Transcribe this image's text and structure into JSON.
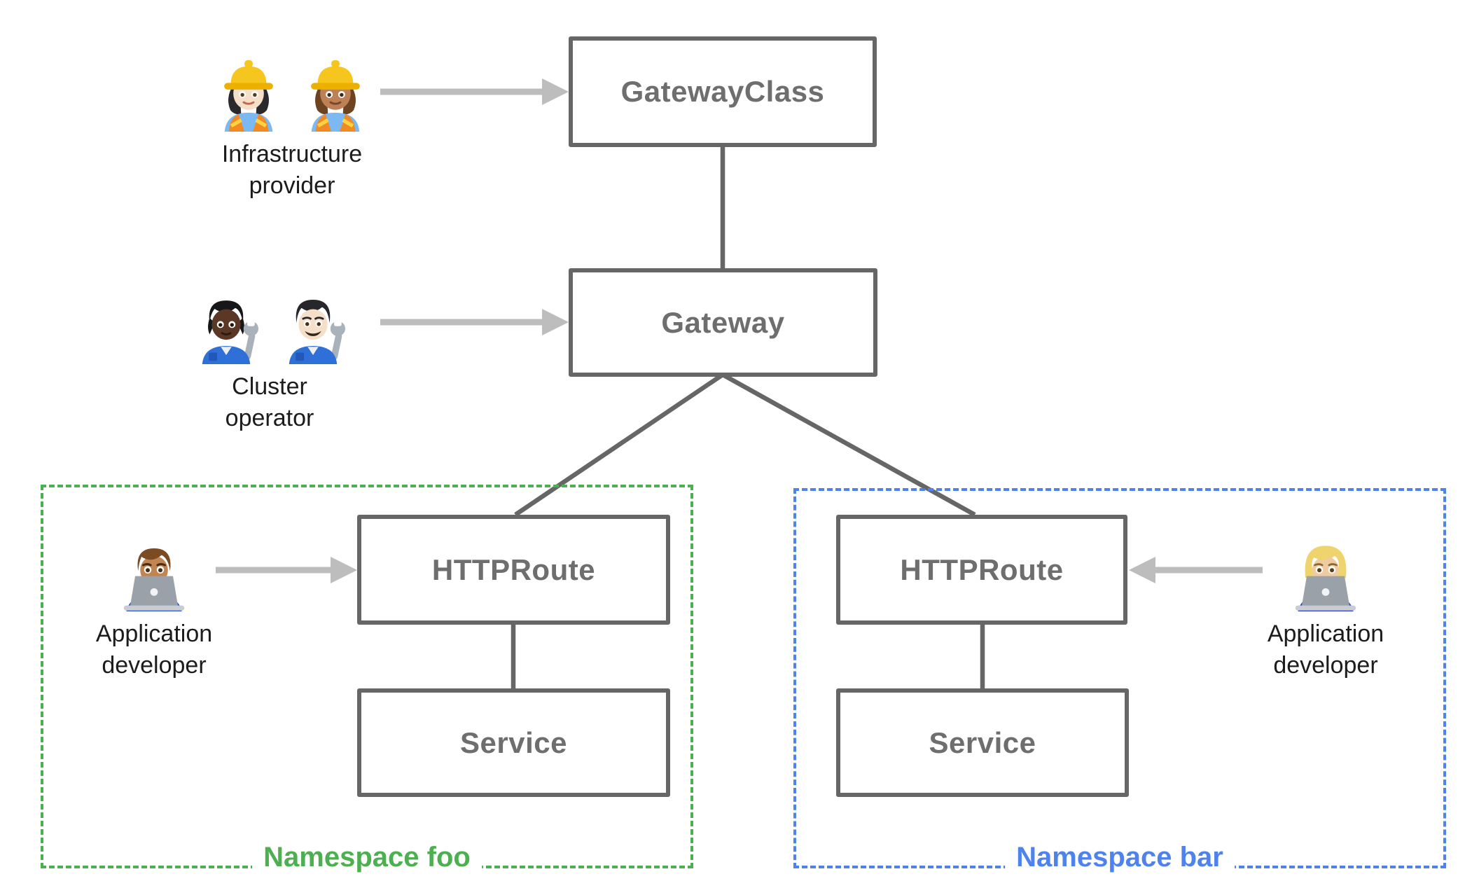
{
  "colors": {
    "bg": "#ffffff",
    "box_border": "#666666",
    "box_text": "#6e6e6e",
    "persona_text": "#1c1c1c",
    "arrow": "#bdbdbd",
    "wire": "#666666",
    "ns_foo": "#4caf50",
    "ns_bar": "#4e82ec"
  },
  "nodes": {
    "gateway_class": {
      "label": "GatewayClass"
    },
    "gateway": {
      "label": "Gateway"
    },
    "httproute_foo": {
      "label": "HTTPRoute"
    },
    "service_foo": {
      "label": "Service"
    },
    "httproute_bar": {
      "label": "HTTPRoute"
    },
    "service_bar": {
      "label": "Service"
    }
  },
  "personas": {
    "infrastructure_provider": {
      "lines": [
        "Infrastructure",
        "provider"
      ],
      "icons": [
        "woman-construction-worker-light-icon",
        "woman-construction-worker-medium-icon"
      ]
    },
    "cluster_operator": {
      "lines": [
        "Cluster",
        "operator"
      ],
      "icons": [
        "person-mechanic-dark-icon",
        "man-mechanic-light-icon"
      ]
    },
    "app_developer_foo": {
      "lines": [
        "Application",
        "developer"
      ],
      "icons": [
        "man-technologist-icon"
      ]
    },
    "app_developer_bar": {
      "lines": [
        "Application",
        "developer"
      ],
      "icons": [
        "woman-technologist-icon"
      ]
    }
  },
  "namespaces": {
    "foo": {
      "label": "Namespace foo"
    },
    "bar": {
      "label": "Namespace bar"
    }
  },
  "edges": [
    "gatewayclass-to-gateway",
    "gateway-to-httproute-foo",
    "gateway-to-httproute-bar",
    "httproute-foo-to-service-foo",
    "httproute-bar-to-service-bar",
    "infrastructure-provider-to-gatewayclass-arrow",
    "cluster-operator-to-gateway-arrow",
    "app-developer-to-httproute-foo-arrow",
    "app-developer-to-httproute-bar-arrow"
  ]
}
